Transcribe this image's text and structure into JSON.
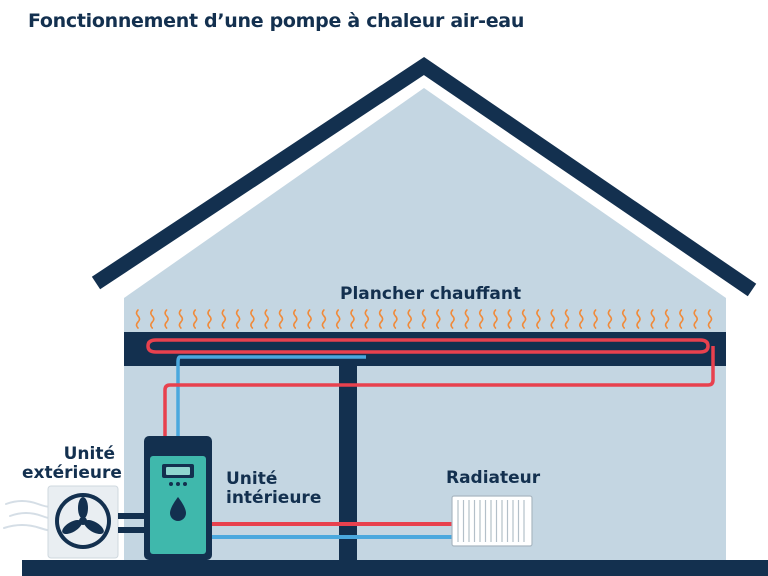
{
  "title": "Fonctionnement d’une pompe à chaleur air-eau",
  "labels": {
    "plancher": "Plancher chauffant",
    "radiateur": "Radiateur",
    "unite_interieure_1": "Unité",
    "unite_interieure_2": "intérieure",
    "unite_exterieure_1": "Unité",
    "unite_exterieure_2": "extérieure"
  },
  "colors": {
    "navy": "#13304f",
    "house_fill": "#c4d6e2",
    "hot_pipe": "#e8414e",
    "cold_pipe": "#4aa8de",
    "heat_waves": "#f08a3a",
    "indoor_unit": "#3fb8ac",
    "outdoor_unit": "#e9eef2"
  },
  "icons": {
    "fan": "fan-icon",
    "water_drop": "water-drop-icon",
    "heat_waves": "heat-wave-icon"
  }
}
